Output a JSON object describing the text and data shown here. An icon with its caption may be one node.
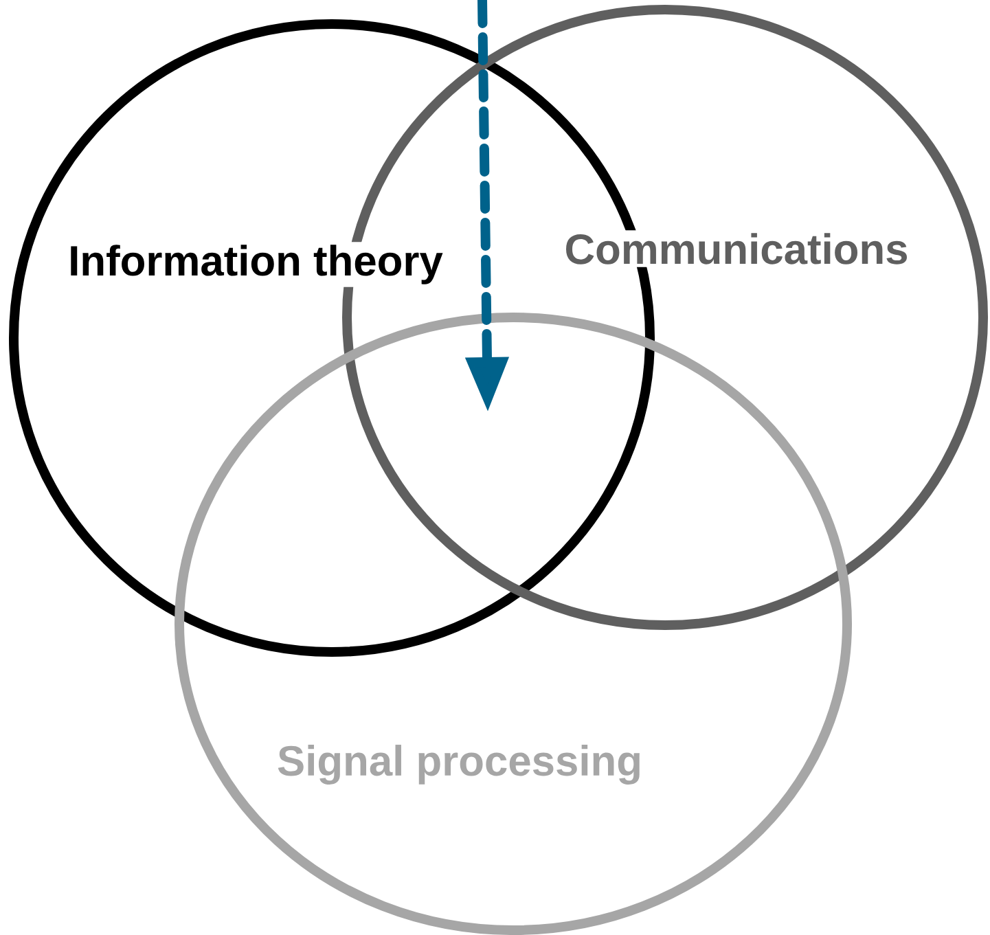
{
  "diagram": {
    "nodes": [
      {
        "text": [
          "Information theory"
        ]
      },
      {
        "text": [
          "Communications"
        ]
      },
      {
        "text": [
          "Signal processing"
        ]
      }
    ],
    "edges": [
      {
        "from": null,
        "to": 2,
        "arrow": "to",
        "style": "dashed",
        "color": "#00628b"
      }
    ]
  }
}
